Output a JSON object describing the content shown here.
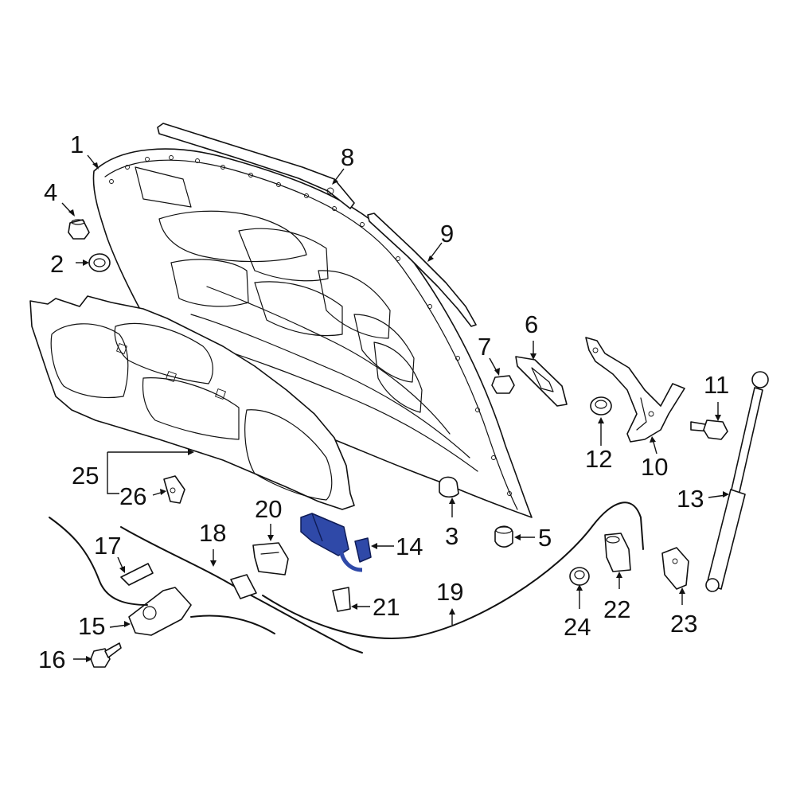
{
  "diagram": {
    "highlight_color": "#2f49a8",
    "line_color": "#111111",
    "highlighted_part": "14",
    "callouts": [
      {
        "id": "c1",
        "label": "1"
      },
      {
        "id": "c2",
        "label": "2"
      },
      {
        "id": "c3",
        "label": "3"
      },
      {
        "id": "c4",
        "label": "4"
      },
      {
        "id": "c5",
        "label": "5"
      },
      {
        "id": "c6",
        "label": "6"
      },
      {
        "id": "c7",
        "label": "7"
      },
      {
        "id": "c8",
        "label": "8"
      },
      {
        "id": "c9",
        "label": "9"
      },
      {
        "id": "c10",
        "label": "10"
      },
      {
        "id": "c11",
        "label": "11"
      },
      {
        "id": "c12",
        "label": "12"
      },
      {
        "id": "c13",
        "label": "13"
      },
      {
        "id": "c14",
        "label": "14"
      },
      {
        "id": "c15",
        "label": "15"
      },
      {
        "id": "c16",
        "label": "16"
      },
      {
        "id": "c17",
        "label": "17"
      },
      {
        "id": "c18",
        "label": "18"
      },
      {
        "id": "c19",
        "label": "19"
      },
      {
        "id": "c20",
        "label": "20"
      },
      {
        "id": "c21",
        "label": "21"
      },
      {
        "id": "c22",
        "label": "22"
      },
      {
        "id": "c23",
        "label": "23"
      },
      {
        "id": "c24",
        "label": "24"
      },
      {
        "id": "c25",
        "label": "25"
      },
      {
        "id": "c26",
        "label": "26"
      }
    ]
  }
}
